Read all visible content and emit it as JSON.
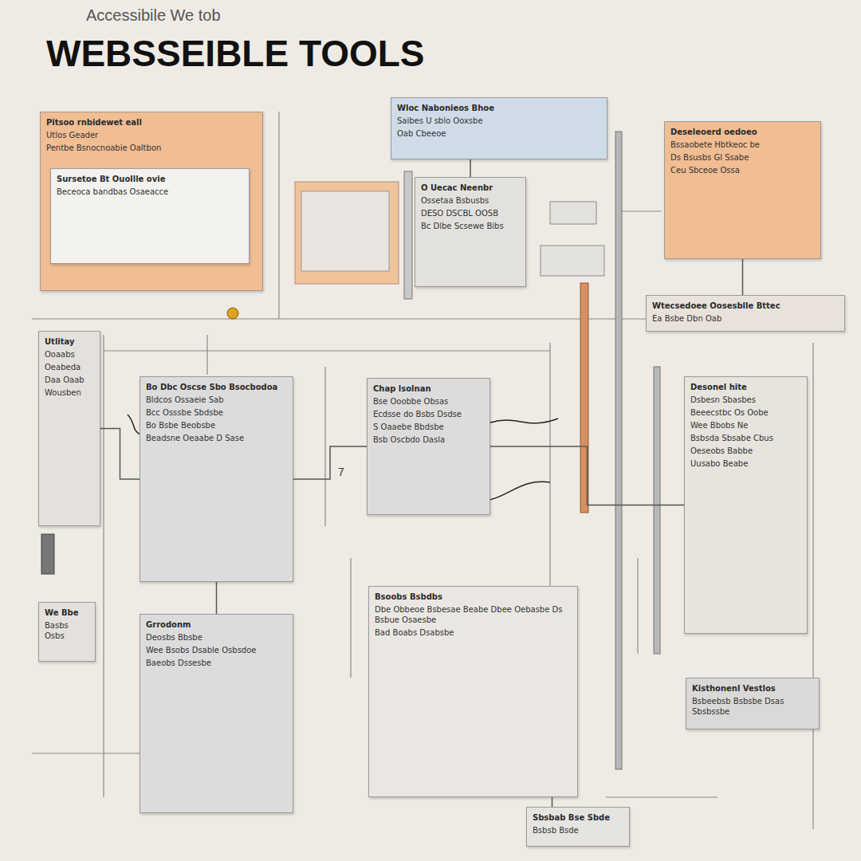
{
  "diagram": {
    "title": "WEBSSEIBLE TOOLS",
    "nodes": [
      {
        "text": [
          "Pitsoo rnbidewet eall",
          "Utlos Geader",
          "Pentbe Bsnocnoabie Oaltbon"
        ]
      },
      {
        "text": [
          "Sursetoe Bt Ouollle ovie",
          "Beceoca bandbas Osaeacce"
        ],
        "in": 0
      },
      {
        "text": [
          "Wloc Nabonieos Bhoe",
          "Saibes U sblo Ooxsbe",
          "Oab Cbeeoe"
        ]
      },
      {
        "text": [
          "O Uecac Neenbr",
          "Ossetaa Bsbusbs",
          "DESO DSCBL OOSB",
          "Bc Dlbe Scsewe Bibs"
        ]
      },
      {
        "text": [
          "Deseleoerd oedoeo",
          "Bssaobete Hbtkeoc be",
          "Ds Bsusbs Gl Ssabe",
          "Ceu Sbceoe Ossa"
        ]
      },
      {
        "text": [
          "Wtecsedoee Oosesblle Bttec",
          "Ea Bsbe Dbn Oab"
        ]
      },
      {
        "text": [
          "Utlitay",
          "Ooaabs",
          "Oeabeda",
          "Daa Oaab",
          "Wousben"
        ]
      },
      {
        "text": [
          "Bo Dbc Oscse Sbo Bsocbodoa",
          "Bldcos Ossaeie Sab",
          "Bcc Osssbe Sbdsbe",
          "Bo Bsbe Beobsbe",
          "Beadsne Oeaabe D Sase"
        ]
      },
      {
        "text": [
          "Chap lsolnan",
          "Bse Ooobbe Obsas",
          "Ecdsse do Bsbs Dsdse",
          "S Oaaebe Bbdsbe",
          "Bsb Oscbdo Dasla"
        ]
      },
      {
        "text": [
          "Desonel hite",
          "Dsbesn Sbasbes",
          "Beeecstbc Os Oobe",
          "Wee Bbobs Ne",
          "Bsbsda Sbsabe Cbus",
          "Oeseobs Babbe",
          "Uusabo Beabe"
        ]
      },
      {
        "text": [
          "Grrodonm",
          "Deosbs Bbsbe",
          "Wee Bsobs Dsable Osbsdoe",
          "Baeobs Dssesbe"
        ]
      },
      {
        "text": [
          "Bsoobs Bsbdbs",
          "Dbe Obbeoe Bsbesae Beabe Dbee Oebasbe Ds Bsbue Osaesbe",
          "Bad Boabs Dsabsbe"
        ]
      },
      {
        "text": [
          "Kisthonenl Vestlos",
          "Bsbeebsb Bsbsbe Dsas Sbsbssbe"
        ]
      },
      {
        "text": [
          "Sbsbab Bse Sbde",
          "Bsbsb Bsde"
        ]
      },
      {
        "text": [
          "We Bbe",
          "Basbs Osbs"
        ]
      }
    ],
    "edges": [
      {
        "from": 2,
        "to": 3,
        "arrow": "none"
      },
      {
        "from": 4,
        "to": 5,
        "arrow": "none"
      },
      {
        "from": 6,
        "to": 7,
        "arrow": "none"
      },
      {
        "from": 7,
        "to": 8,
        "arrow": "none"
      },
      {
        "from": 8,
        "to": 9,
        "arrow": "none"
      },
      {
        "from": 7,
        "to": 10,
        "arrow": "none"
      },
      {
        "from": 11,
        "to": 13,
        "arrow": "none"
      }
    ],
    "labels": [
      "Accessibile We tob",
      "7"
    ]
  }
}
